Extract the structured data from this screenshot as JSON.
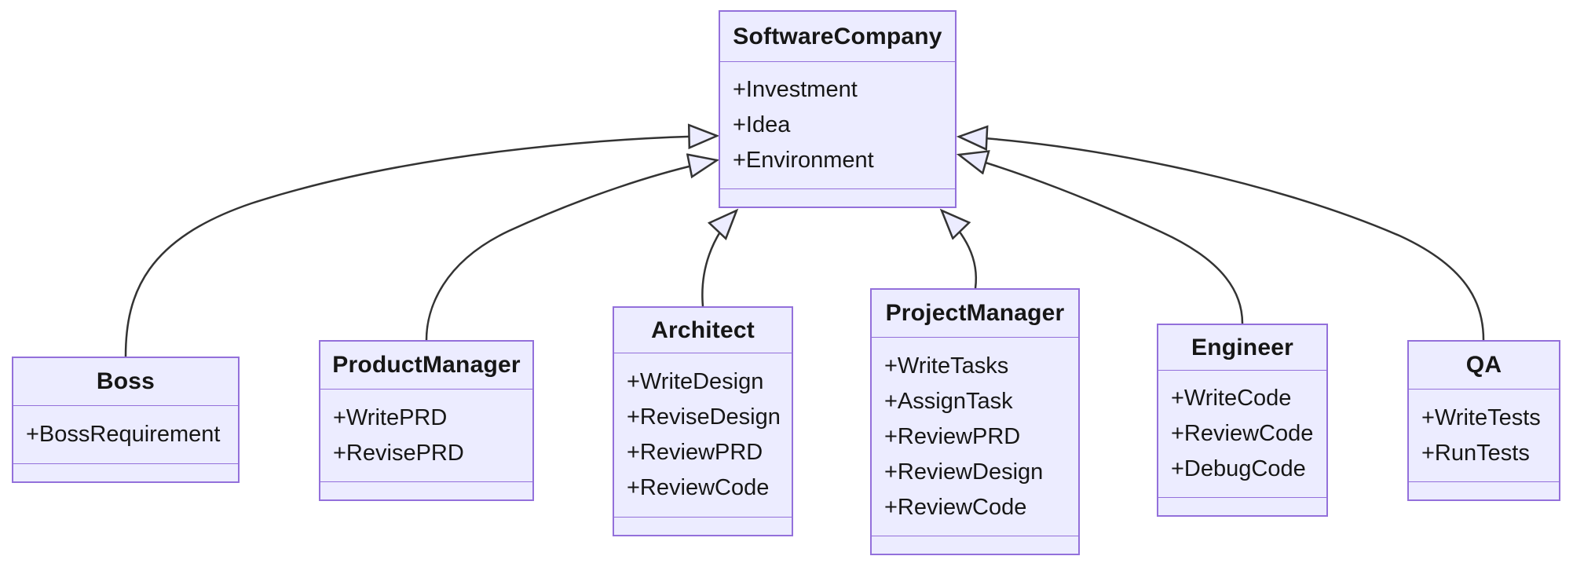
{
  "diagram": {
    "title": "UML class diagram",
    "colors": {
      "node_fill": "#ECECFF",
      "node_border": "#9370DB",
      "edge_stroke": "#333333",
      "text": "#161616",
      "background": "#ffffff"
    },
    "classes": [
      {
        "name": "SoftwareCompany",
        "attributes": [
          "+Investment",
          "+Idea",
          "+Environment"
        ],
        "methods": []
      },
      {
        "name": "Boss",
        "attributes": [
          "+BossRequirement"
        ],
        "methods": []
      },
      {
        "name": "ProductManager",
        "attributes": [
          "+WritePRD",
          "+RevisePRD"
        ],
        "methods": []
      },
      {
        "name": "Architect",
        "attributes": [
          "+WriteDesign",
          "+ReviseDesign",
          "+ReviewPRD",
          "+ReviewCode"
        ],
        "methods": []
      },
      {
        "name": "ProjectManager",
        "attributes": [
          "+WriteTasks",
          "+AssignTask",
          "+ReviewPRD",
          "+ReviewDesign",
          "+ReviewCode"
        ],
        "methods": []
      },
      {
        "name": "Engineer",
        "attributes": [
          "+WriteCode",
          "+ReviewCode",
          "+DebugCode"
        ],
        "methods": []
      },
      {
        "name": "QA",
        "attributes": [
          "+WriteTests",
          "+RunTests"
        ],
        "methods": []
      }
    ],
    "relationships": [
      {
        "from": "Boss",
        "to": "SoftwareCompany",
        "type": "inheritance"
      },
      {
        "from": "ProductManager",
        "to": "SoftwareCompany",
        "type": "inheritance"
      },
      {
        "from": "Architect",
        "to": "SoftwareCompany",
        "type": "inheritance"
      },
      {
        "from": "ProjectManager",
        "to": "SoftwareCompany",
        "type": "inheritance"
      },
      {
        "from": "Engineer",
        "to": "SoftwareCompany",
        "type": "inheritance"
      },
      {
        "from": "QA",
        "to": "SoftwareCompany",
        "type": "inheritance"
      }
    ]
  }
}
